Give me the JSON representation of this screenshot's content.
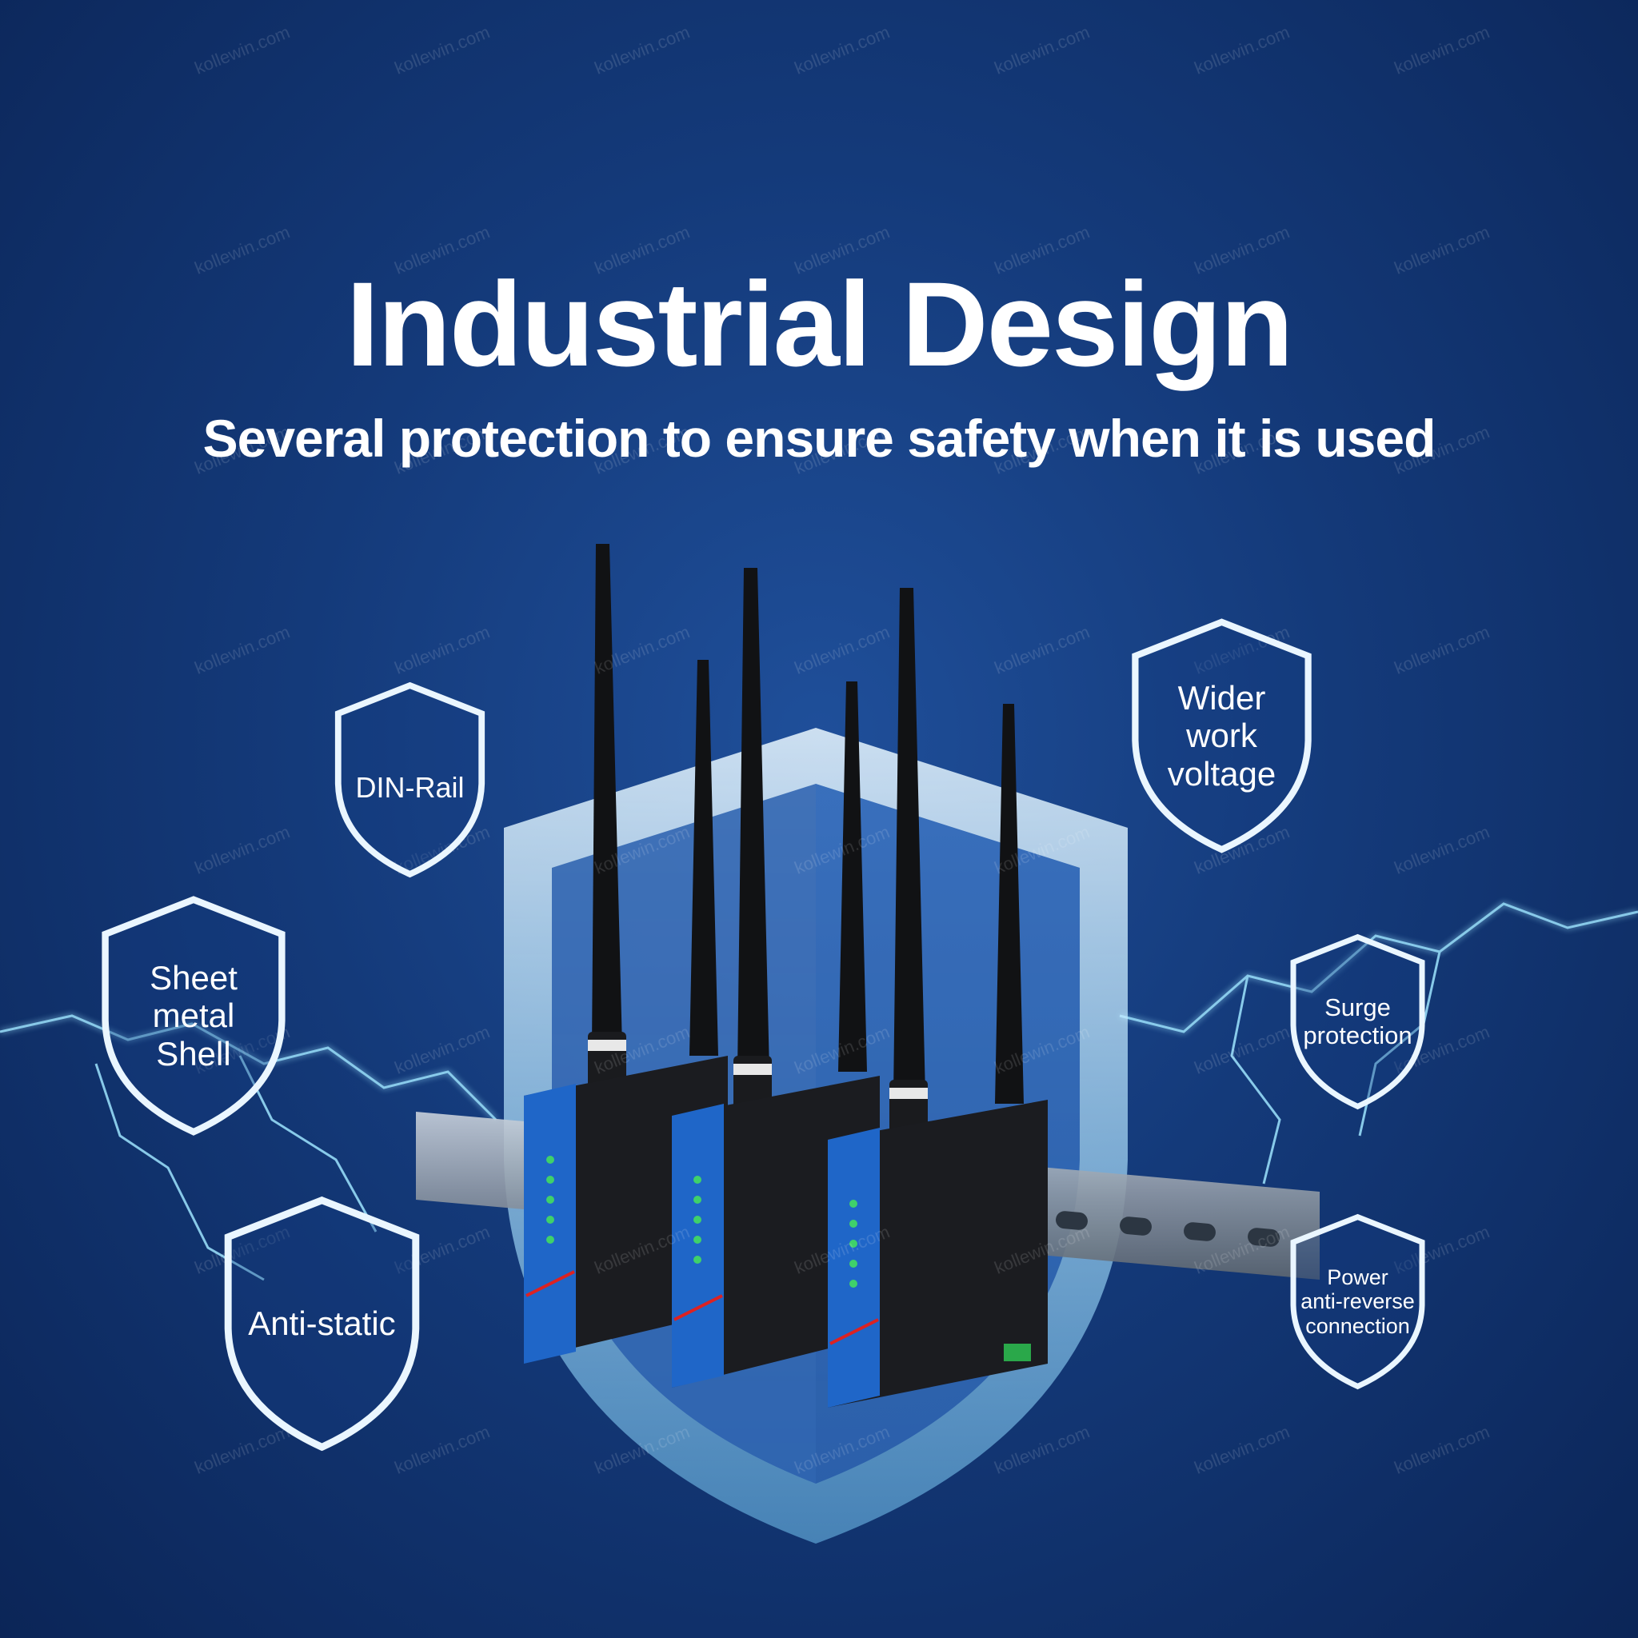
{
  "title": "Industrial Design",
  "subtitle": "Several protection to ensure safety when it is used",
  "watermark": "kollewin.com",
  "badges": {
    "din_rail": "DIN-Rail",
    "sheet_metal": "Sheet\nmetal\nShell",
    "anti_static": "Anti-static",
    "wider_voltage": "Wider\nwork\nvoltage",
    "surge": "Surge\nprotection",
    "power_reverse": "Power\nanti-reverse\nconnection"
  },
  "colors": {
    "background": "#143a7a",
    "shield_glow": "#5fd0ff",
    "device_front": "#1f66c8",
    "device_body": "#1b1c20"
  },
  "icons": [
    "shield-icon",
    "antenna-icon",
    "lightning-icon",
    "din-rail-icon"
  ]
}
